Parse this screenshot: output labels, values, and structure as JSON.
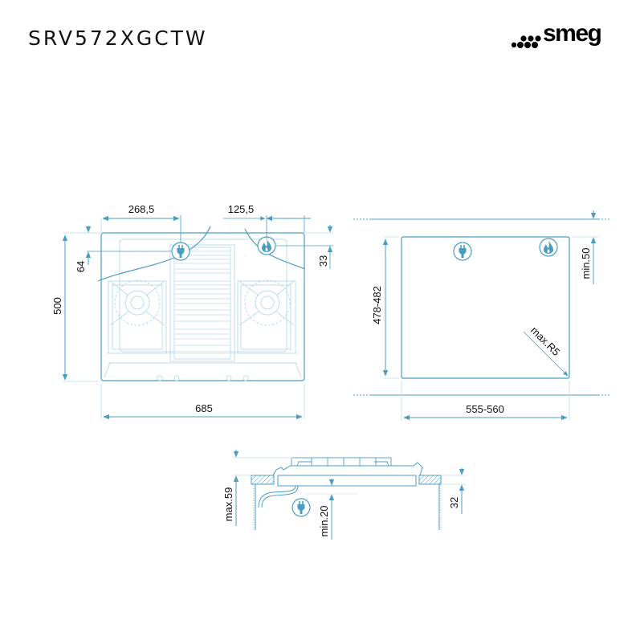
{
  "header": {
    "model": "SRV572XGCTW",
    "brand": "smeg"
  },
  "colors": {
    "line": "#4a9ec4",
    "light_line": "#bcdcea",
    "text": "#111111"
  },
  "top_view": {
    "dims": {
      "width": "685",
      "depth": "500",
      "plug_offset_x": "268,5",
      "plug_offset_y": "64",
      "gas_offset_x": "125,5",
      "gas_offset_y": "33"
    },
    "icons": [
      "plug-icon",
      "gas-flame-icon"
    ]
  },
  "cutout_view": {
    "dims": {
      "width": "555-560",
      "depth": "478-482",
      "back_clearance": "min.50",
      "corner_radius": "max.R5"
    },
    "icons": [
      "plug-icon",
      "gas-flame-icon"
    ]
  },
  "side_view": {
    "dims": {
      "height": "max.59",
      "under_clearance": "min.20",
      "worktop": "32"
    },
    "icons": [
      "plug-icon"
    ]
  }
}
